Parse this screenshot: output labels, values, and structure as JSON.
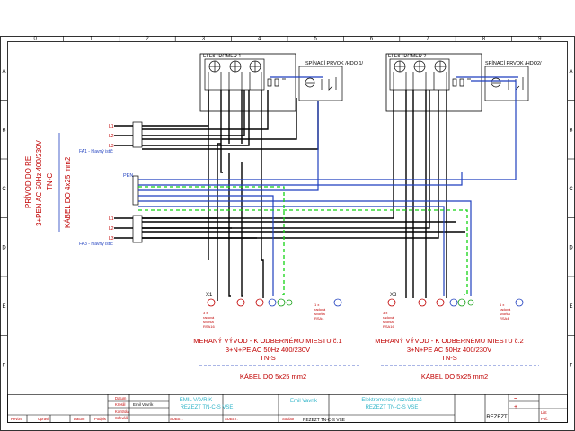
{
  "frame": {
    "cols": [
      "0",
      "1",
      "2",
      "3",
      "4",
      "5",
      "6",
      "7",
      "8",
      "9"
    ],
    "rows": [
      "A",
      "B",
      "C",
      "D",
      "E",
      "F"
    ]
  },
  "meters": [
    {
      "title": "ELEKTROMER 1",
      "switch": "SPÍNACÍ PRVOK /HDO 1/"
    },
    {
      "title": "ELEKTROMER 2",
      "switch": "SPÍNACÍ PRVOK /HDO2/"
    }
  ],
  "feed": {
    "line1": "PRÍVOD DO RE",
    "line2": "3+PEN AC 50Hz 400/230V",
    "line3": "TN-C",
    "cable": "KÁBEL DO 4x25 mm2"
  },
  "fuse_groups": [
    {
      "phases": [
        "L1",
        "L2",
        "L3"
      ],
      "label": "FA1 - hlavný istič"
    },
    {
      "phases": [
        "L1",
        "L2",
        "L3"
      ],
      "label": "FA3 - hlavný istič"
    }
  ],
  "pen_label": "PEN",
  "outputs": [
    {
      "tag": "X1",
      "terminal_note": [
        "3 x",
        "radová",
        "svorka",
        "RSA16"
      ],
      "extra_note": [
        "1 x",
        "radová",
        "svorka",
        "RSA4"
      ],
      "heading": "MERANÝ VÝVOD - K ODBERNÉMU MIESTU č.1",
      "spec": "3+N+PE AC 50Hz 400/230V",
      "system": "TN-S",
      "cable": "KÁBEL DO 5x25 mm2"
    },
    {
      "tag": "X2",
      "terminal_note": [
        "3 x",
        "radová",
        "svorka",
        "RSA16"
      ],
      "extra_note": [
        "1 x",
        "radová",
        "svorka",
        "RSA4"
      ],
      "heading": "MERANÝ VÝVOD - K ODBERNÉMU MIESTU č.2",
      "spec": "3+N+PE AC 50Hz 400/230V",
      "system": "TN-S",
      "cable": "KÁBEL DO 5x25 mm2"
    }
  ],
  "title_block": {
    "row_labels": [
      "Datum",
      "Kreslil",
      "Kontrola",
      "Schválil"
    ],
    "drawn_by": "Emil Vavrík",
    "bottom_labels": [
      "Revize",
      "Upravil",
      "Datum",
      "Podpis"
    ],
    "author_big": "EMIL VAVRÍK",
    "drawing_big": "REZEZT TN-C-S VSE",
    "author_name": "Emil Vavrík",
    "project_title": "Elektromerový rozvádzač",
    "project_sub": "REZEZT TN-C-S VSE",
    "subst1": "SUBST:",
    "subst2": "SUBST:",
    "soubor_label": "Soubor",
    "soubor_value": "REZEZT TN-C-S VSE",
    "rev_marks": [
      "=",
      "+"
    ],
    "code": "REZEZT",
    "list_label": "List",
    "pocet_label": "Poč."
  }
}
